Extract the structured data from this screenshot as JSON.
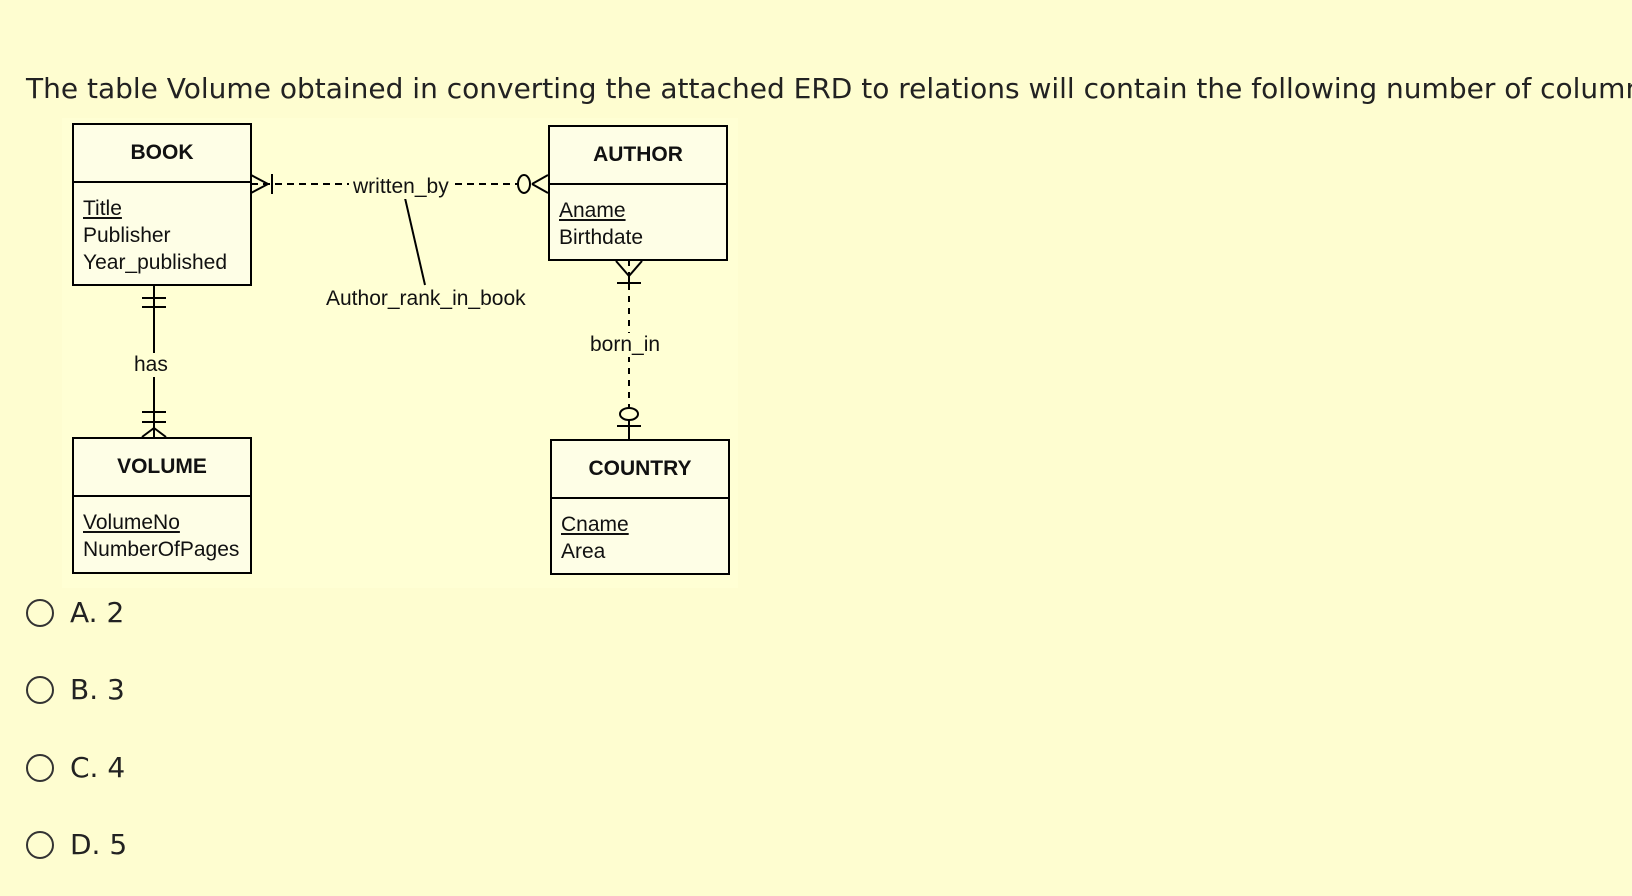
{
  "question": "The table Volume obtained in converting the attached ERD to relations will contain the following number of columns:",
  "diagram": {
    "entities": {
      "book": {
        "name": "BOOK",
        "attributes": [
          {
            "text": "Title",
            "key": true
          },
          {
            "text": "Publisher",
            "key": false
          },
          {
            "text": "Year_published",
            "key": false
          }
        ]
      },
      "author": {
        "name": "AUTHOR",
        "attributes": [
          {
            "text": "Aname",
            "key": true
          },
          {
            "text": "Birthdate",
            "key": false
          }
        ]
      },
      "volume": {
        "name": "VOLUME",
        "attributes": [
          {
            "text": "VolumeNo",
            "key": true
          },
          {
            "text": "NumberOfPages",
            "key": false
          }
        ]
      },
      "country": {
        "name": "COUNTRY",
        "attributes": [
          {
            "text": "Cname",
            "key": true
          },
          {
            "text": "Area",
            "key": false
          }
        ]
      }
    },
    "relationships": {
      "written_by": "written_by",
      "author_rank_attr": "Author_rank_in_book",
      "has": "has",
      "born_in": "born_in"
    }
  },
  "options": [
    {
      "label": "A. 2"
    },
    {
      "label": "B. 3"
    },
    {
      "label": "C. 4"
    },
    {
      "label": "D. 5"
    }
  ]
}
